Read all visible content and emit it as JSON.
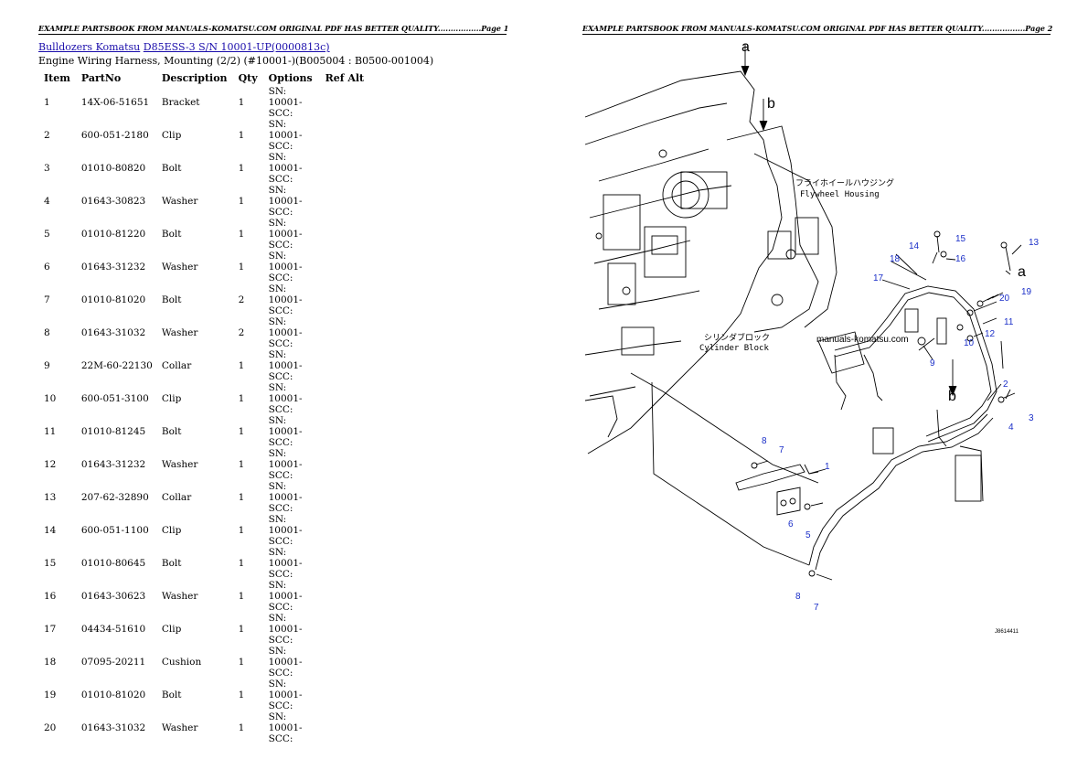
{
  "page1": {
    "banner": "EXAMPLE PARTSBOOK FROM MANUALS-KOMATSU.COM ORIGINAL PDF HAS BETTER QUALITY.................Page 1",
    "breadcrumb": {
      "link1": "Bulldozers Komatsu",
      "link2": "D85ESS-3 S/N 10001-UP(0000813c)"
    },
    "subtitle": "Engine Wiring Harness, Mounting (2/2) (#10001-)(B005004 : B0500-001004)",
    "headers": [
      "Item",
      "PartNo",
      "Description",
      "Qty",
      "Options",
      "Ref Alt"
    ],
    "rows": [
      {
        "item": "1",
        "partno": "14X-06-51651",
        "desc": "Bracket",
        "qty": "1",
        "opt1": "SN: 10001-",
        "opt2": "SCC:"
      },
      {
        "item": "2",
        "partno": "600-051-2180",
        "desc": "Clip",
        "qty": "1",
        "opt1": "SN: 10001-",
        "opt2": "SCC:"
      },
      {
        "item": "3",
        "partno": "01010-80820",
        "desc": "Bolt",
        "qty": "1",
        "opt1": "SN: 10001-",
        "opt2": "SCC:"
      },
      {
        "item": "4",
        "partno": "01643-30823",
        "desc": "Washer",
        "qty": "1",
        "opt1": "SN: 10001-",
        "opt2": "SCC:"
      },
      {
        "item": "5",
        "partno": "01010-81220",
        "desc": "Bolt",
        "qty": "1",
        "opt1": "SN: 10001-",
        "opt2": "SCC:"
      },
      {
        "item": "6",
        "partno": "01643-31232",
        "desc": "Washer",
        "qty": "1",
        "opt1": "SN: 10001-",
        "opt2": "SCC:"
      },
      {
        "item": "7",
        "partno": "01010-81020",
        "desc": "Bolt",
        "qty": "2",
        "opt1": "SN: 10001-",
        "opt2": "SCC:"
      },
      {
        "item": "8",
        "partno": "01643-31032",
        "desc": "Washer",
        "qty": "2",
        "opt1": "SN: 10001-",
        "opt2": "SCC:"
      },
      {
        "item": "9",
        "partno": "22M-60-22130",
        "desc": "Collar",
        "qty": "1",
        "opt1": "SN: 10001-",
        "opt2": "SCC:"
      },
      {
        "item": "10",
        "partno": "600-051-3100",
        "desc": "Clip",
        "qty": "1",
        "opt1": "SN: 10001-",
        "opt2": "SCC:"
      },
      {
        "item": "11",
        "partno": "01010-81245",
        "desc": "Bolt",
        "qty": "1",
        "opt1": "SN: 10001-",
        "opt2": "SCC:"
      },
      {
        "item": "12",
        "partno": "01643-31232",
        "desc": "Washer",
        "qty": "1",
        "opt1": "SN: 10001-",
        "opt2": "SCC:"
      },
      {
        "item": "13",
        "partno": "207-62-32890",
        "desc": "Collar",
        "qty": "1",
        "opt1": "SN: 10001-",
        "opt2": "SCC:"
      },
      {
        "item": "14",
        "partno": "600-051-1100",
        "desc": "Clip",
        "qty": "1",
        "opt1": "SN: 10001-",
        "opt2": "SCC:"
      },
      {
        "item": "15",
        "partno": "01010-80645",
        "desc": "Bolt",
        "qty": "1",
        "opt1": "SN: 10001-",
        "opt2": "SCC:"
      },
      {
        "item": "16",
        "partno": "01643-30623",
        "desc": "Washer",
        "qty": "1",
        "opt1": "SN: 10001-",
        "opt2": "SCC:"
      },
      {
        "item": "17",
        "partno": "04434-51610",
        "desc": "Clip",
        "qty": "1",
        "opt1": "SN: 10001-",
        "opt2": "SCC:"
      },
      {
        "item": "18",
        "partno": "07095-20211",
        "desc": "Cushion",
        "qty": "1",
        "opt1": "SN: 10001-",
        "opt2": "SCC:"
      },
      {
        "item": "19",
        "partno": "01010-81020",
        "desc": "Bolt",
        "qty": "1",
        "opt1": "SN: 10001-",
        "opt2": "SCC:"
      },
      {
        "item": "20",
        "partno": "01643-31032",
        "desc": "Washer",
        "qty": "1",
        "opt1": "SN: 10001-",
        "opt2": "SCC:"
      }
    ]
  },
  "page2": {
    "banner": "EXAMPLE PARTSBOOK FROM MANUALS-KOMATSU.COM ORIGINAL PDF HAS BETTER QUALITY.................Page 2",
    "diagram": {
      "flywheel_jp": "フライホイールハウジング",
      "flywheel_en": "Flywheel Housing",
      "cylinder_jp": "シリンダブロック",
      "cylinder_en": "Cylinder Block",
      "watermark": "manuals-komatsu.com",
      "drawing_code": "J8614411",
      "view_a": "a",
      "view_b": "b",
      "callouts": [
        "1",
        "2",
        "3",
        "4",
        "5",
        "6",
        "7",
        "8",
        "7",
        "8",
        "9",
        "10",
        "11",
        "12",
        "13",
        "14",
        "15",
        "16",
        "17",
        "18",
        "19",
        "20"
      ],
      "label_color": "#1b2fc8"
    }
  }
}
